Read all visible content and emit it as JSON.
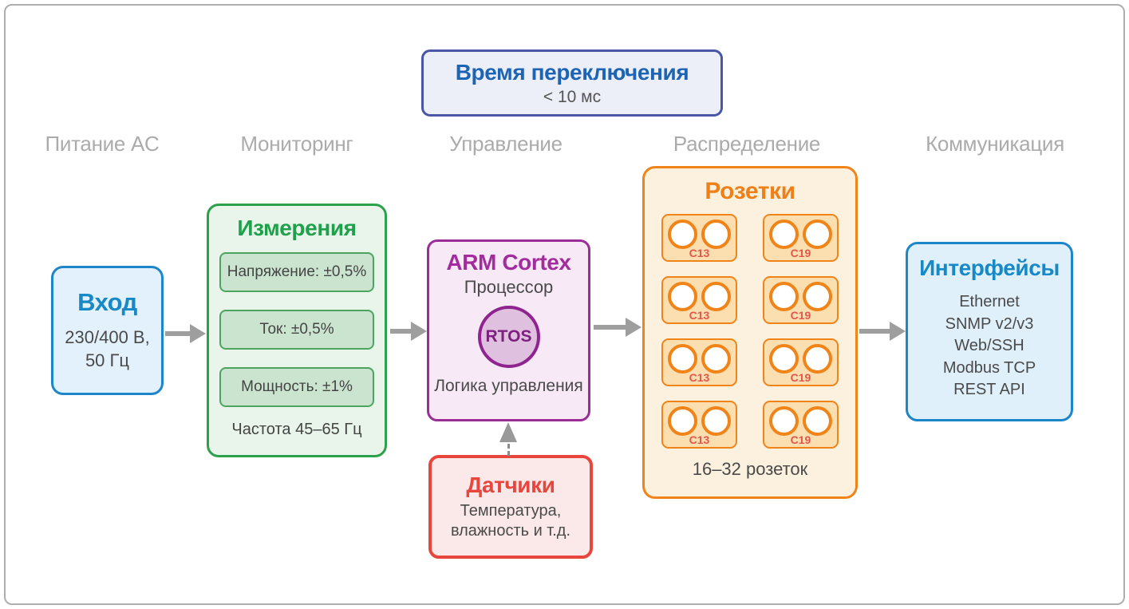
{
  "columns": [
    "Питание AC",
    "Мониторинг",
    "Управление",
    "Распределение",
    "Коммуникация"
  ],
  "switching_time": {
    "title": "Время переключения",
    "value": "< 10 мс"
  },
  "input": {
    "title": "Вход",
    "lines": [
      "230/400 В,",
      "50 Гц"
    ]
  },
  "measurements": {
    "title": "Измерения",
    "metrics": [
      "Напряжение: ±0,5%",
      "Ток: ±0,5%",
      "Мощность: ±1%"
    ],
    "footer": "Частота 45–65 Гц"
  },
  "controller": {
    "title": "ARM Cortex",
    "subtitle": "Процессор",
    "core_label": "RTOS",
    "footer": "Логика управления"
  },
  "sensors": {
    "title": "Датчики",
    "lines": [
      "Температура,",
      "влажность и т.д."
    ]
  },
  "outlets": {
    "title": "Розетки",
    "cards": [
      "C13",
      "C19",
      "C13",
      "C19",
      "C13",
      "C19",
      "C13",
      "C19"
    ],
    "footer": "16–32 розеток"
  },
  "interfaces": {
    "title": "Интерфейсы",
    "items": [
      "Ethernet",
      "SNMP v2/v3",
      "Web/SSH",
      "Modbus TCP",
      "REST API"
    ]
  },
  "colors": {
    "accent_blue": "#1789c6",
    "deep_blue": "#1d64b5",
    "indigo_border": "#4a56a6",
    "green": "#1fa14b",
    "purple": "#a22b9e",
    "red": "#e8453c",
    "orange": "#f08418",
    "arrow_gray": "#9e9e9e",
    "column_label_gray": "#ababab"
  }
}
